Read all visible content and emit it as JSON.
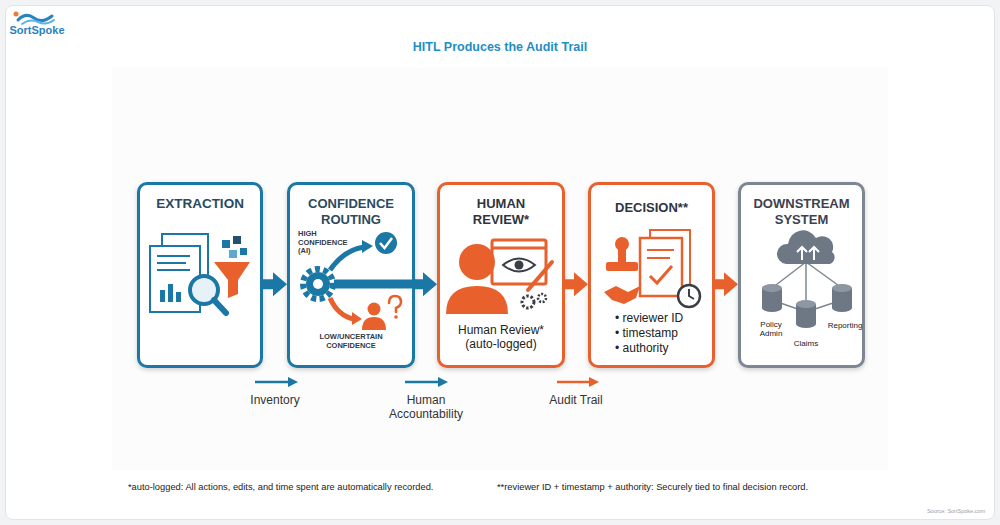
{
  "diagram": {
    "title": "HITL Produces the Audit Trail",
    "nodes": [
      {
        "text": [
          "EXTRACTION"
        ]
      },
      {
        "text": [
          "CONFIDENCE ROUTING",
          "HIGH CONFIDENCE (AI)",
          "LOW/UNCERTAIN CONFIDENCE"
        ]
      },
      {
        "text": [
          "HUMAN REVIEW*",
          "Human Review* (auto-logged)"
        ]
      },
      {
        "text": [
          "DECISION**",
          "• reviewer ID",
          "• timestamp",
          "• authority"
        ]
      },
      {
        "text": [
          "DOWNSTREAM SYSTEM",
          "Policy Admin",
          "Claims",
          "Reporting"
        ]
      }
    ],
    "edges": [
      {
        "from": 0,
        "to": 1,
        "arrow": "to"
      },
      {
        "from": 1,
        "to": 2,
        "arrow": "to"
      },
      {
        "from": 2,
        "to": 3,
        "arrow": "to"
      },
      {
        "from": 3,
        "to": 4,
        "arrow": "to"
      }
    ],
    "labels": [
      "SortSpoke",
      "Inventory",
      "Human Accountability",
      "Audit Trail",
      "*auto-logged: All actions, edits, and time spent are automatically recorded.",
      "**reviewer ID + timestamp + authority: Securely tied to final decision record.",
      "Source: SortSpoke.com"
    ]
  }
}
